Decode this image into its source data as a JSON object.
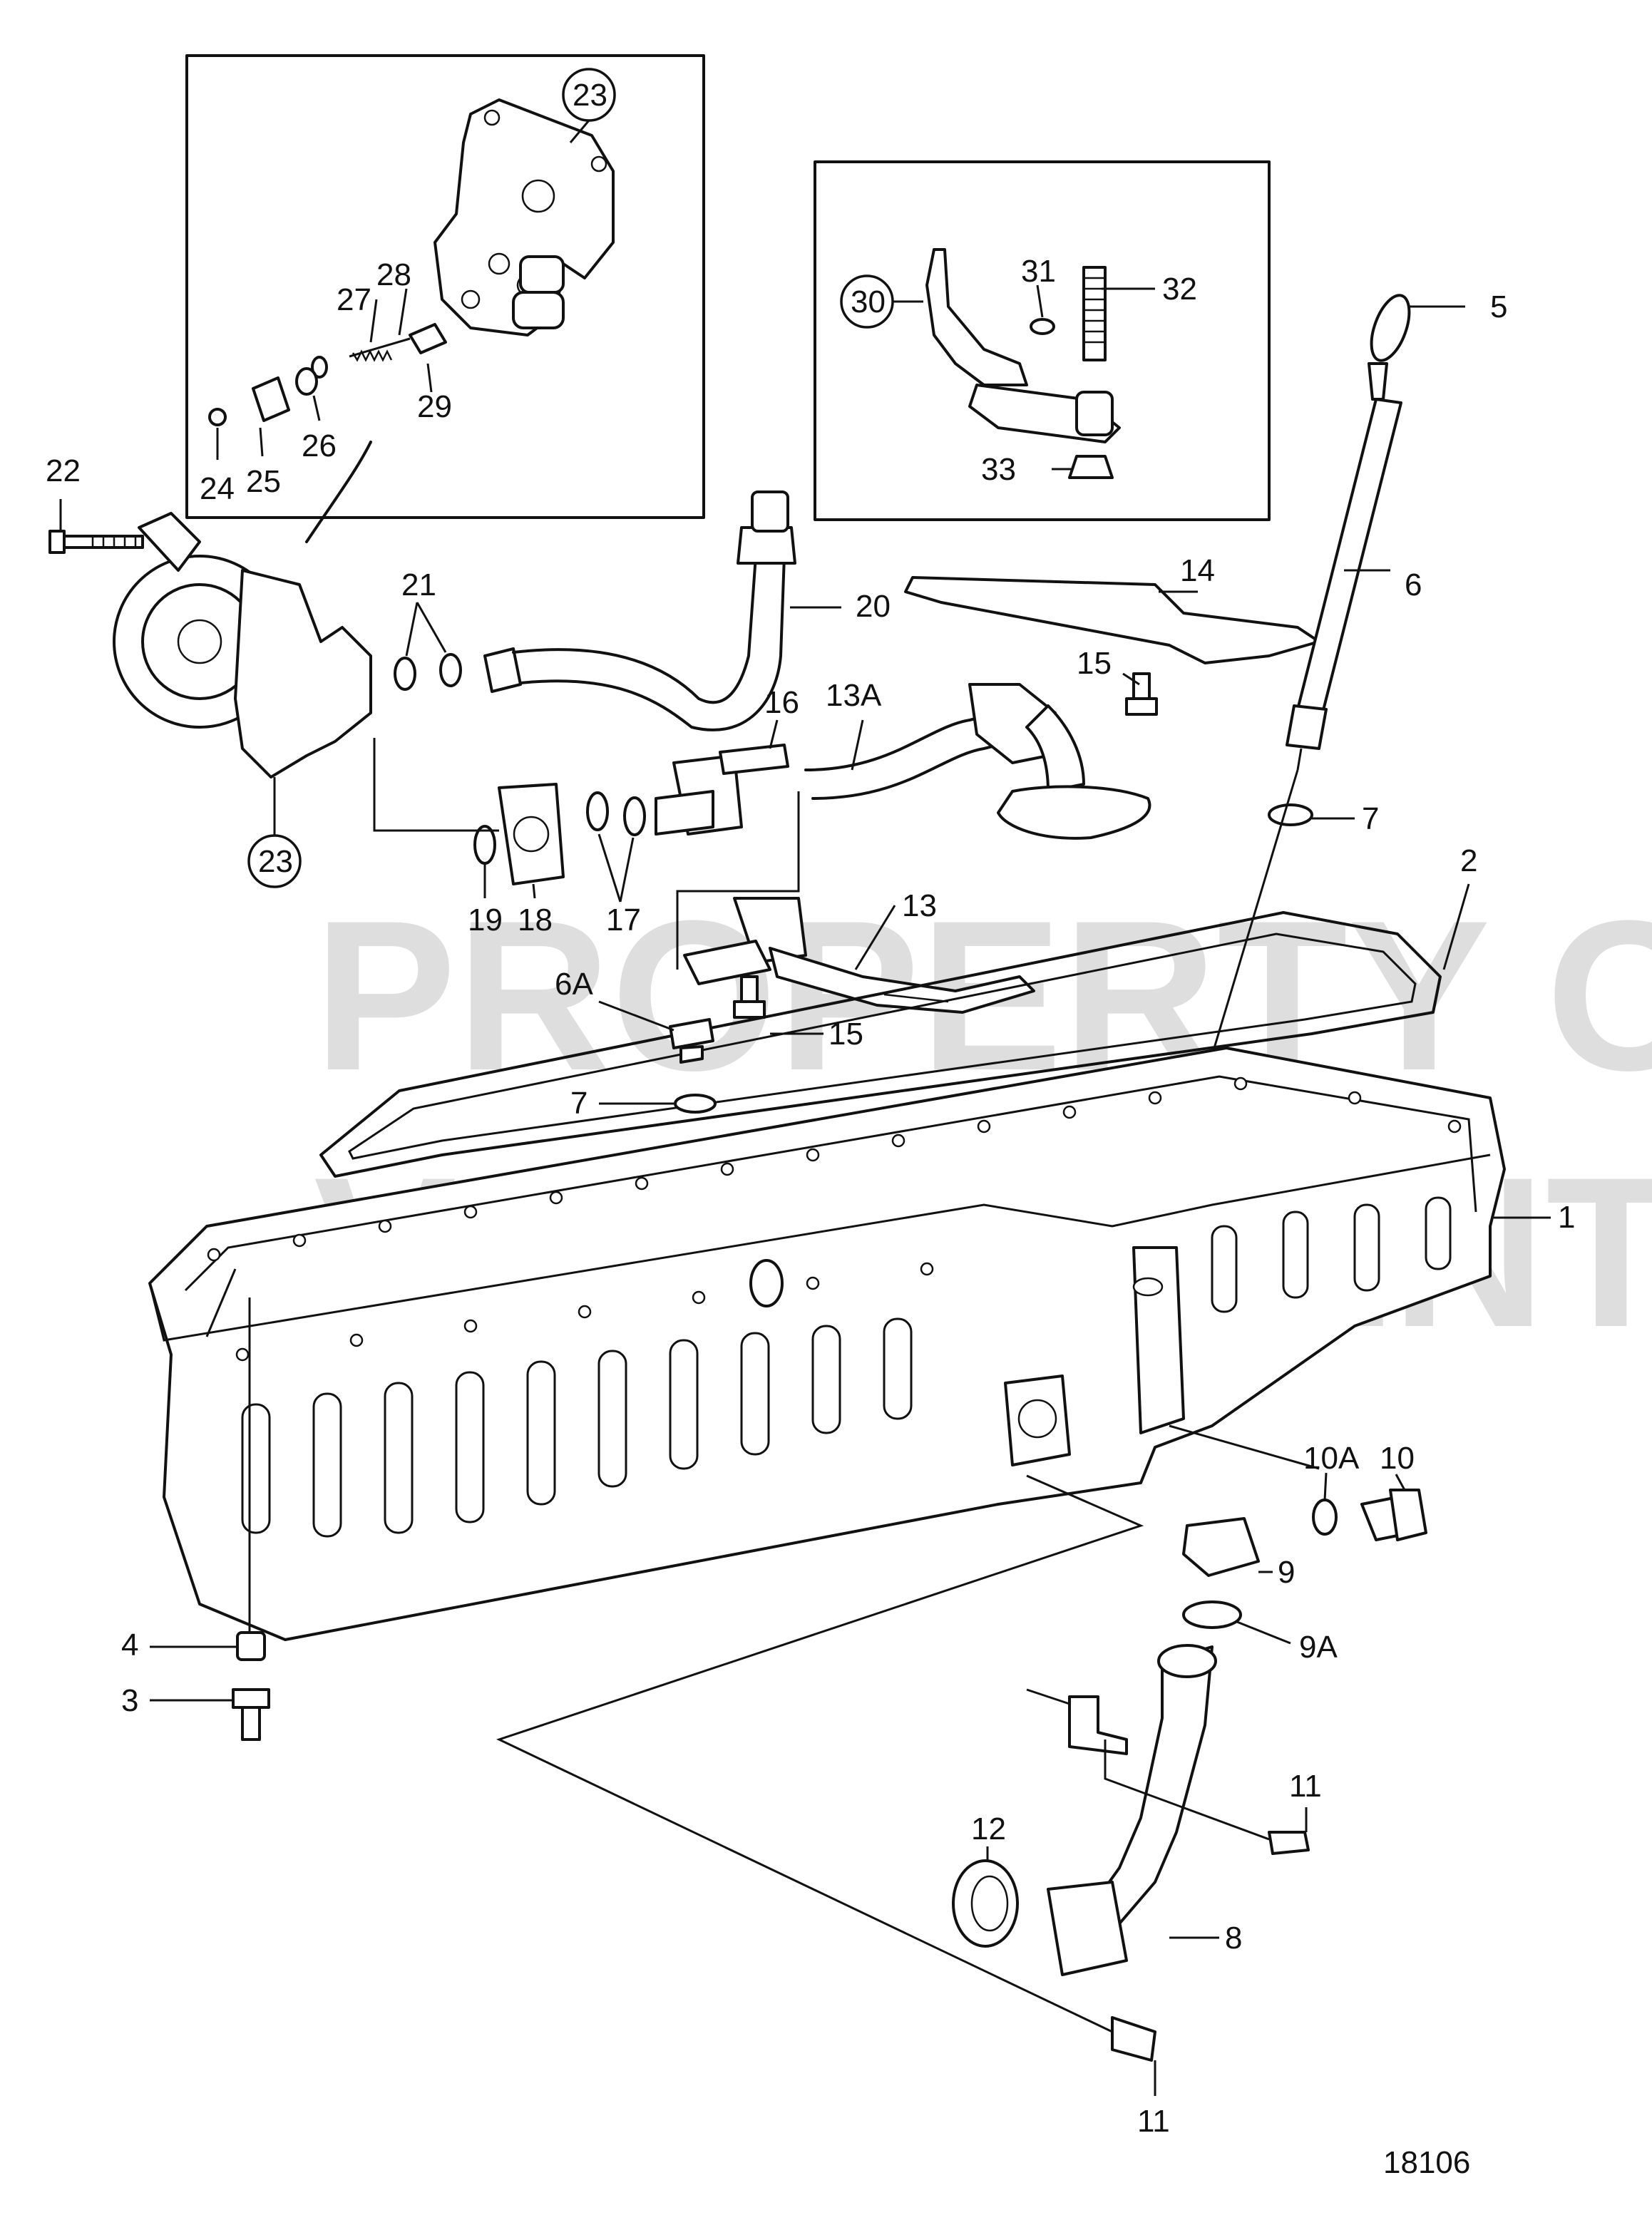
{
  "watermark": {
    "line1": "PROPERTY OF",
    "line2": "VOLVO PENTA"
  },
  "drawing_number": "18106",
  "callouts": {
    "c1": "1",
    "c2": "2",
    "c3": "3",
    "c4": "4",
    "c5": "5",
    "c6": "6",
    "c6a": "6A",
    "c7a": "7",
    "c7b": "7",
    "c8": "8",
    "c9": "9",
    "c9a": "9A",
    "c10": "10",
    "c10a": "10A",
    "c11a": "11",
    "c11b": "11",
    "c12": "12",
    "c13": "13",
    "c13a": "13A",
    "c14": "14",
    "c15a": "15",
    "c15b": "15",
    "c16": "16",
    "c17": "17",
    "c18": "18",
    "c19": "19",
    "c20": "20",
    "c21": "21",
    "c22": "22",
    "c23a": "23",
    "c23b": "23",
    "c24": "24",
    "c25": "25",
    "c26": "26",
    "c27": "27",
    "c28": "28",
    "c29": "29",
    "c30": "30",
    "c31": "31",
    "c32": "32",
    "c33": "33"
  }
}
